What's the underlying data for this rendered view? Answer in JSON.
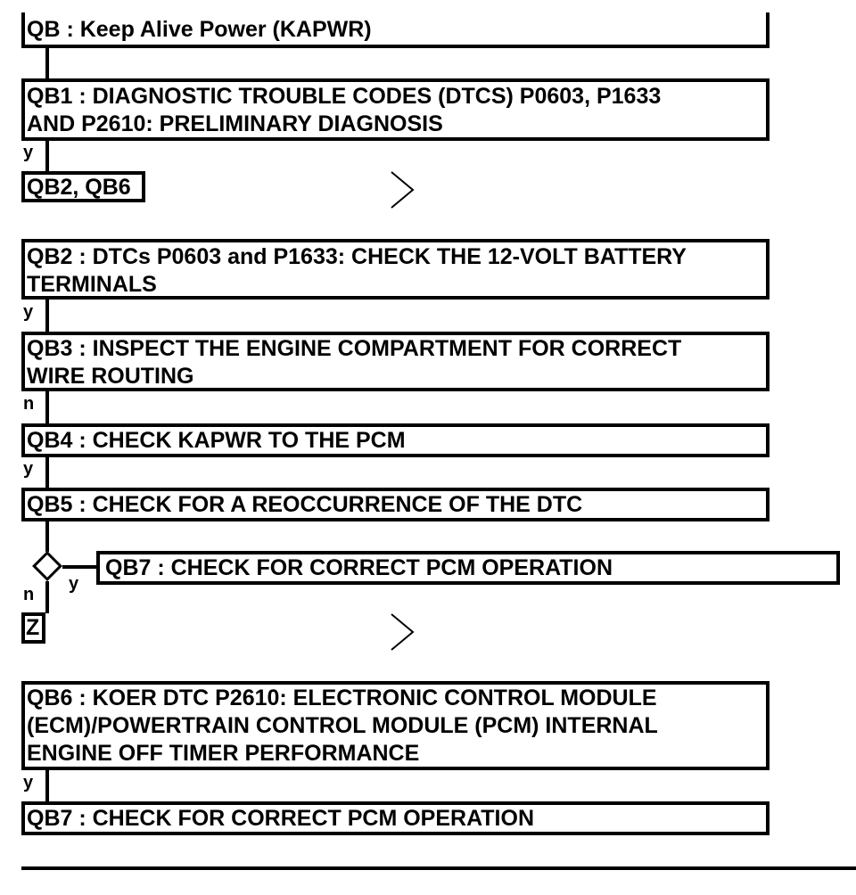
{
  "nodes": {
    "qb": "QB : Keep Alive Power (KAPWR)",
    "qb1": "QB1 : DIAGNOSTIC TROUBLE CODES (DTCS) P0603, P1633\nAND P2610: PRELIMINARY DIAGNOSIS",
    "qb1_branch": "QB2, QB6",
    "qb2": "QB2 : DTCs P0603 and P1633: CHECK THE 12-VOLT BATTERY\nTERMINALS",
    "qb3": "QB3 : INSPECT THE ENGINE COMPARTMENT FOR CORRECT\nWIRE ROUTING",
    "qb4": "QB4 : CHECK KAPWR TO THE PCM",
    "qb5": "QB5 : CHECK FOR A REOCCURRENCE OF THE DTC",
    "qb7_branch": "QB7 : CHECK FOR CORRECT PCM OPERATION",
    "z": "Z",
    "qb6": "QB6 : KOER DTC P2610: ELECTRONIC CONTROL MODULE\n(ECM)/POWERTRAIN CONTROL MODULE (PCM) INTERNAL\nENGINE OFF TIMER PERFORMANCE",
    "qb7": "QB7 : CHECK FOR CORRECT PCM OPERATION"
  },
  "edge_labels": {
    "qb1_to_branch": "y",
    "qb2_to_qb3": "y",
    "qb3_to_qb4": "n",
    "qb4_to_qb5": "y",
    "decision_no": "n",
    "decision_yes": "y",
    "qb6_to_qb7": "y"
  },
  "icons": {
    "continue": "chevron-right-icon",
    "decision": "diamond-decision-icon"
  }
}
